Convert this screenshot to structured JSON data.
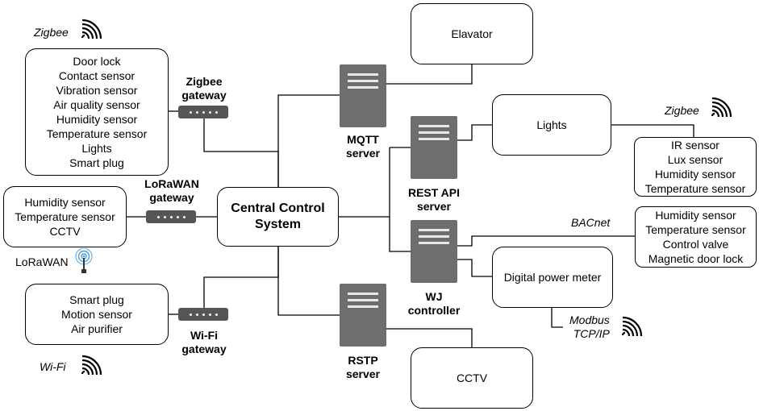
{
  "nodes": {
    "central": {
      "lines": [
        "Central Control",
        "System"
      ]
    },
    "zigbee_devices": {
      "lines": [
        "Door lock",
        "Contact sensor",
        "Vibration sensor",
        "Air quality sensor",
        "Humidity sensor",
        "Temperature sensor",
        "Lights",
        "Smart plug"
      ]
    },
    "lorawan_devices": {
      "lines": [
        "Humidity sensor",
        "Temperature sensor",
        "CCTV"
      ]
    },
    "wifi_devices": {
      "lines": [
        "Smart plug",
        "Motion sensor",
        "Air purifier"
      ]
    },
    "elevator": {
      "title": "Elavator"
    },
    "lights": {
      "title": "Lights"
    },
    "lights_sensors": {
      "lines": [
        "IR sensor",
        "Lux sensor",
        "Humidity sensor",
        "Temperature sensor"
      ]
    },
    "bacnet_devices": {
      "lines": [
        "Humidity sensor",
        "Temperature sensor",
        "Control valve",
        "Magnetic door lock"
      ]
    },
    "power_meter": {
      "title": "Digital power meter"
    },
    "cctv": {
      "title": "CCTV"
    }
  },
  "gateways": {
    "zigbee": {
      "lines": [
        "Zigbee",
        "gateway"
      ]
    },
    "lorawan": {
      "lines": [
        "LoRaWAN",
        "gateway"
      ]
    },
    "wifi": {
      "lines": [
        "Wi-Fi",
        "gateway"
      ]
    }
  },
  "servers": {
    "mqtt": {
      "lines": [
        "MQTT",
        "server"
      ]
    },
    "rest": {
      "lines": [
        "REST API",
        "server"
      ]
    },
    "wj": {
      "lines": [
        "WJ",
        "controller"
      ]
    },
    "rstp": {
      "lines": [
        "RSTP",
        "server"
      ]
    }
  },
  "protocols": {
    "zigbee_top": "Zigbee",
    "zigbee_right": "Zigbee",
    "lorawan": "LoRaWAN",
    "wifi": "Wi-Fi",
    "bacnet": "BACnet",
    "modbus": [
      "Modbus",
      "TCP/IP"
    ]
  },
  "icons": {
    "wireless": "wireless-signal-icon",
    "antenna": "antenna-icon",
    "server": "server-icon",
    "gateway": "gateway-icon"
  },
  "colors": {
    "device_fill": "#6e6e6e",
    "gateway_fill": "#555555",
    "line": "#000000"
  }
}
